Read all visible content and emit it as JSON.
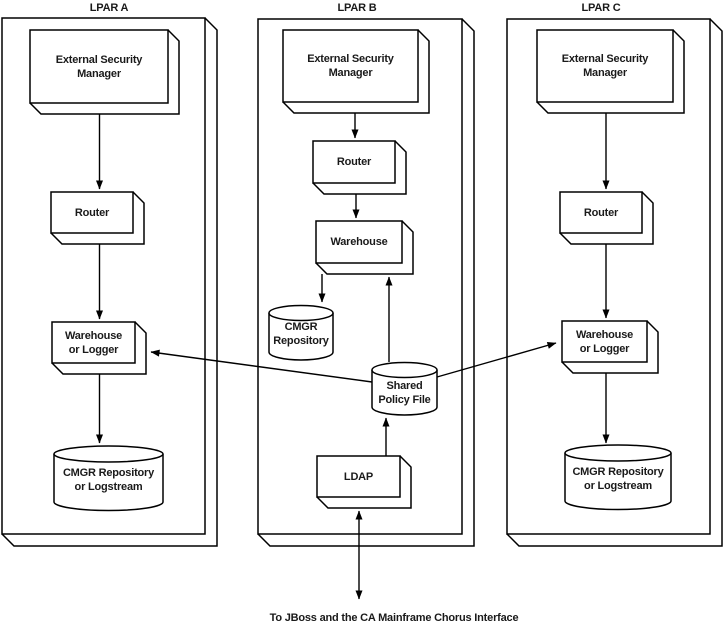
{
  "lpar_labels": {
    "a": "LPAR A",
    "b": "LPAR B",
    "c": "LPAR C"
  },
  "nodes": {
    "esm_a": {
      "lines": [
        "External Security",
        "Manager"
      ]
    },
    "router_a": {
      "lines": [
        "Router"
      ]
    },
    "warehouse_a": {
      "lines": [
        "Warehouse",
        "or Logger"
      ]
    },
    "cmgr_a": {
      "lines": [
        "CMGR Repository",
        "or Logstream"
      ]
    },
    "esm_b": {
      "lines": [
        "External Security",
        "Manager"
      ]
    },
    "router_b": {
      "lines": [
        "Router"
      ]
    },
    "warehouse_b": {
      "lines": [
        "Warehouse"
      ]
    },
    "cmgr_b": {
      "lines": [
        "CMGR",
        "Repository"
      ]
    },
    "shared_policy_file": {
      "lines": [
        "Shared",
        "Policy File"
      ]
    },
    "ldap": {
      "lines": [
        "LDAP"
      ]
    },
    "esm_c": {
      "lines": [
        "External Security",
        "Manager"
      ]
    },
    "router_c": {
      "lines": [
        "Router"
      ]
    },
    "warehouse_c": {
      "lines": [
        "Warehouse",
        "or Logger"
      ]
    },
    "cmgr_c": {
      "lines": [
        "CMGR Repository",
        "or Logstream"
      ]
    }
  },
  "caption": "To JBoss and the CA Mainframe Chorus Interface",
  "colors": {
    "stroke": "#000000",
    "fill": "#ffffff",
    "text": "#1a1a1a",
    "background": "#ffffff"
  }
}
